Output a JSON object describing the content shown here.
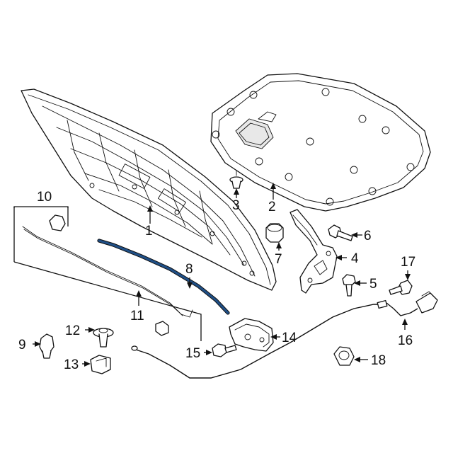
{
  "callouts": [
    {
      "id": "c1",
      "label": "1"
    },
    {
      "id": "c2",
      "label": "2"
    },
    {
      "id": "c3",
      "label": "3"
    },
    {
      "id": "c4",
      "label": "4"
    },
    {
      "id": "c5",
      "label": "5"
    },
    {
      "id": "c6",
      "label": "6"
    },
    {
      "id": "c7",
      "label": "7"
    },
    {
      "id": "c8",
      "label": "8"
    },
    {
      "id": "c9",
      "label": "9"
    },
    {
      "id": "c10",
      "label": "10"
    },
    {
      "id": "c11",
      "label": "11"
    },
    {
      "id": "c12",
      "label": "12"
    },
    {
      "id": "c13",
      "label": "13"
    },
    {
      "id": "c14",
      "label": "14"
    },
    {
      "id": "c15",
      "label": "15"
    },
    {
      "id": "c16",
      "label": "16"
    },
    {
      "id": "c17",
      "label": "17"
    },
    {
      "id": "c18",
      "label": "18"
    }
  ],
  "colors": {
    "highlight_part": "#1f4f86",
    "line": "#111111",
    "background": "#ffffff"
  }
}
